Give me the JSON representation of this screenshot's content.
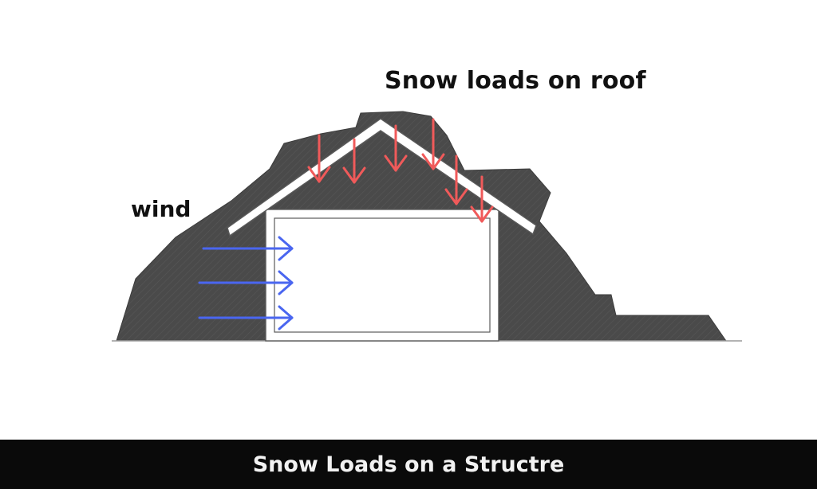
{
  "labels": {
    "roof_load": "Snow loads on roof",
    "wind": "wind"
  },
  "caption": {
    "text": "Snow Loads on a Structre"
  },
  "colors": {
    "snow_mass": "#4a4a4a",
    "snow_load_arrow": "#f05a5a",
    "wind_arrow": "#4a66f0",
    "caption_bg": "#0a0a0a",
    "caption_text": "#f2f2f2"
  },
  "arrows": {
    "snow_load_count": 6,
    "wind_count": 3
  }
}
